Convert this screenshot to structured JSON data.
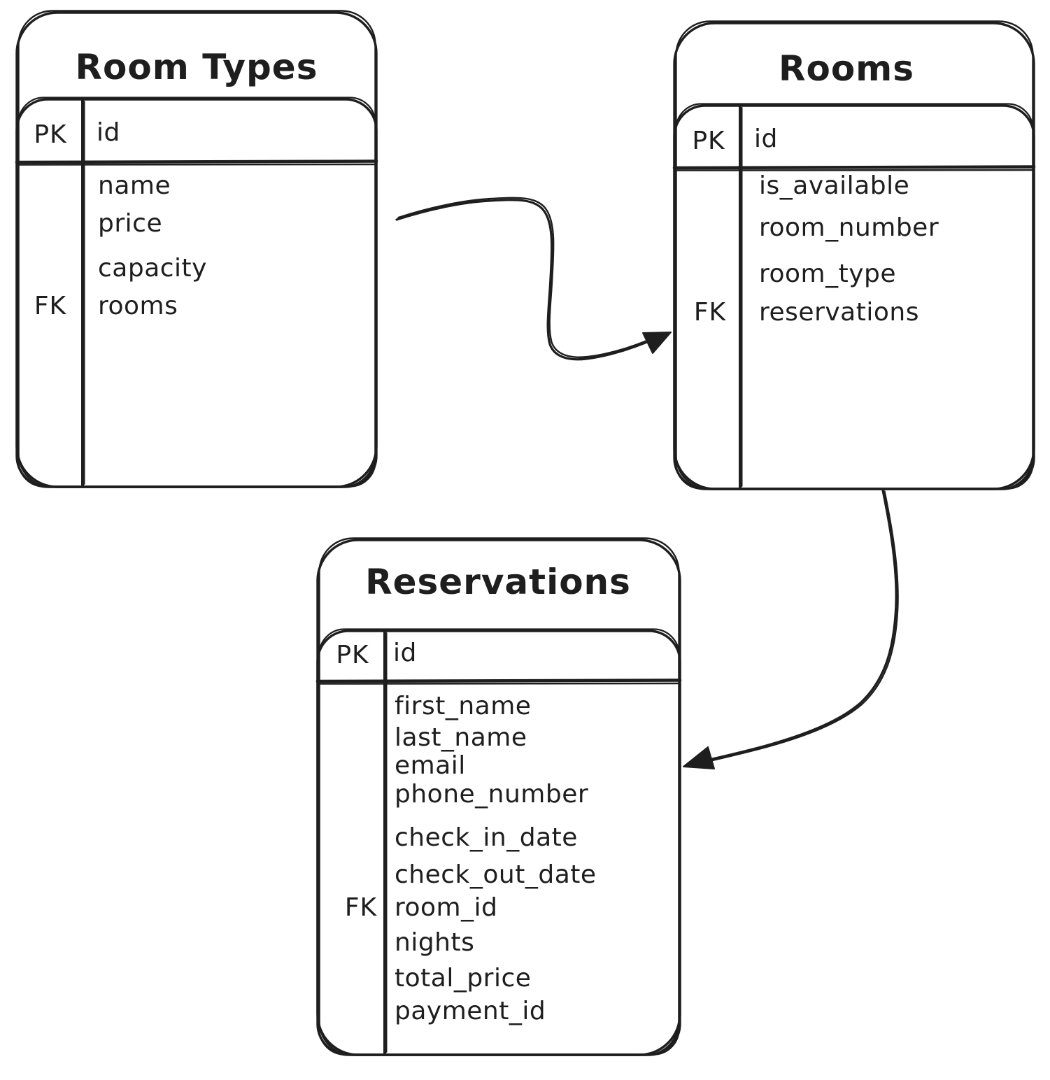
{
  "canvas": {
    "background": "#ffffff",
    "ink": "#1e1e1e"
  },
  "tables": {
    "room_types": {
      "title": "Room Types",
      "rows": [
        {
          "key": "PK",
          "field": "id"
        },
        {
          "key": "",
          "field": "name"
        },
        {
          "key": "",
          "field": "price"
        },
        {
          "key": "",
          "field": "capacity"
        },
        {
          "key": "FK",
          "field": "rooms"
        }
      ]
    },
    "rooms": {
      "title": "Rooms",
      "rows": [
        {
          "key": "PK",
          "field": "id"
        },
        {
          "key": "",
          "field": "is_available"
        },
        {
          "key": "",
          "field": "room_number"
        },
        {
          "key": "",
          "field": "room_type"
        },
        {
          "key": "FK",
          "field": "reservations"
        }
      ]
    },
    "reservations": {
      "title": "Reservations",
      "rows": [
        {
          "key": "PK",
          "field": "id"
        },
        {
          "key": "",
          "field": "first_name"
        },
        {
          "key": "",
          "field": "last_name"
        },
        {
          "key": "",
          "field": "email"
        },
        {
          "key": "",
          "field": "phone_number"
        },
        {
          "key": "",
          "field": "check_in_date"
        },
        {
          "key": "",
          "field": "check_out_date"
        },
        {
          "key": "FK",
          "field": "room_id"
        },
        {
          "key": "",
          "field": "nights"
        },
        {
          "key": "",
          "field": "total_price"
        },
        {
          "key": "",
          "field": "payment_id"
        }
      ]
    }
  },
  "relations": [
    {
      "from": "Room Types",
      "to": "Rooms"
    },
    {
      "from": "Rooms",
      "to": "Reservations"
    }
  ]
}
